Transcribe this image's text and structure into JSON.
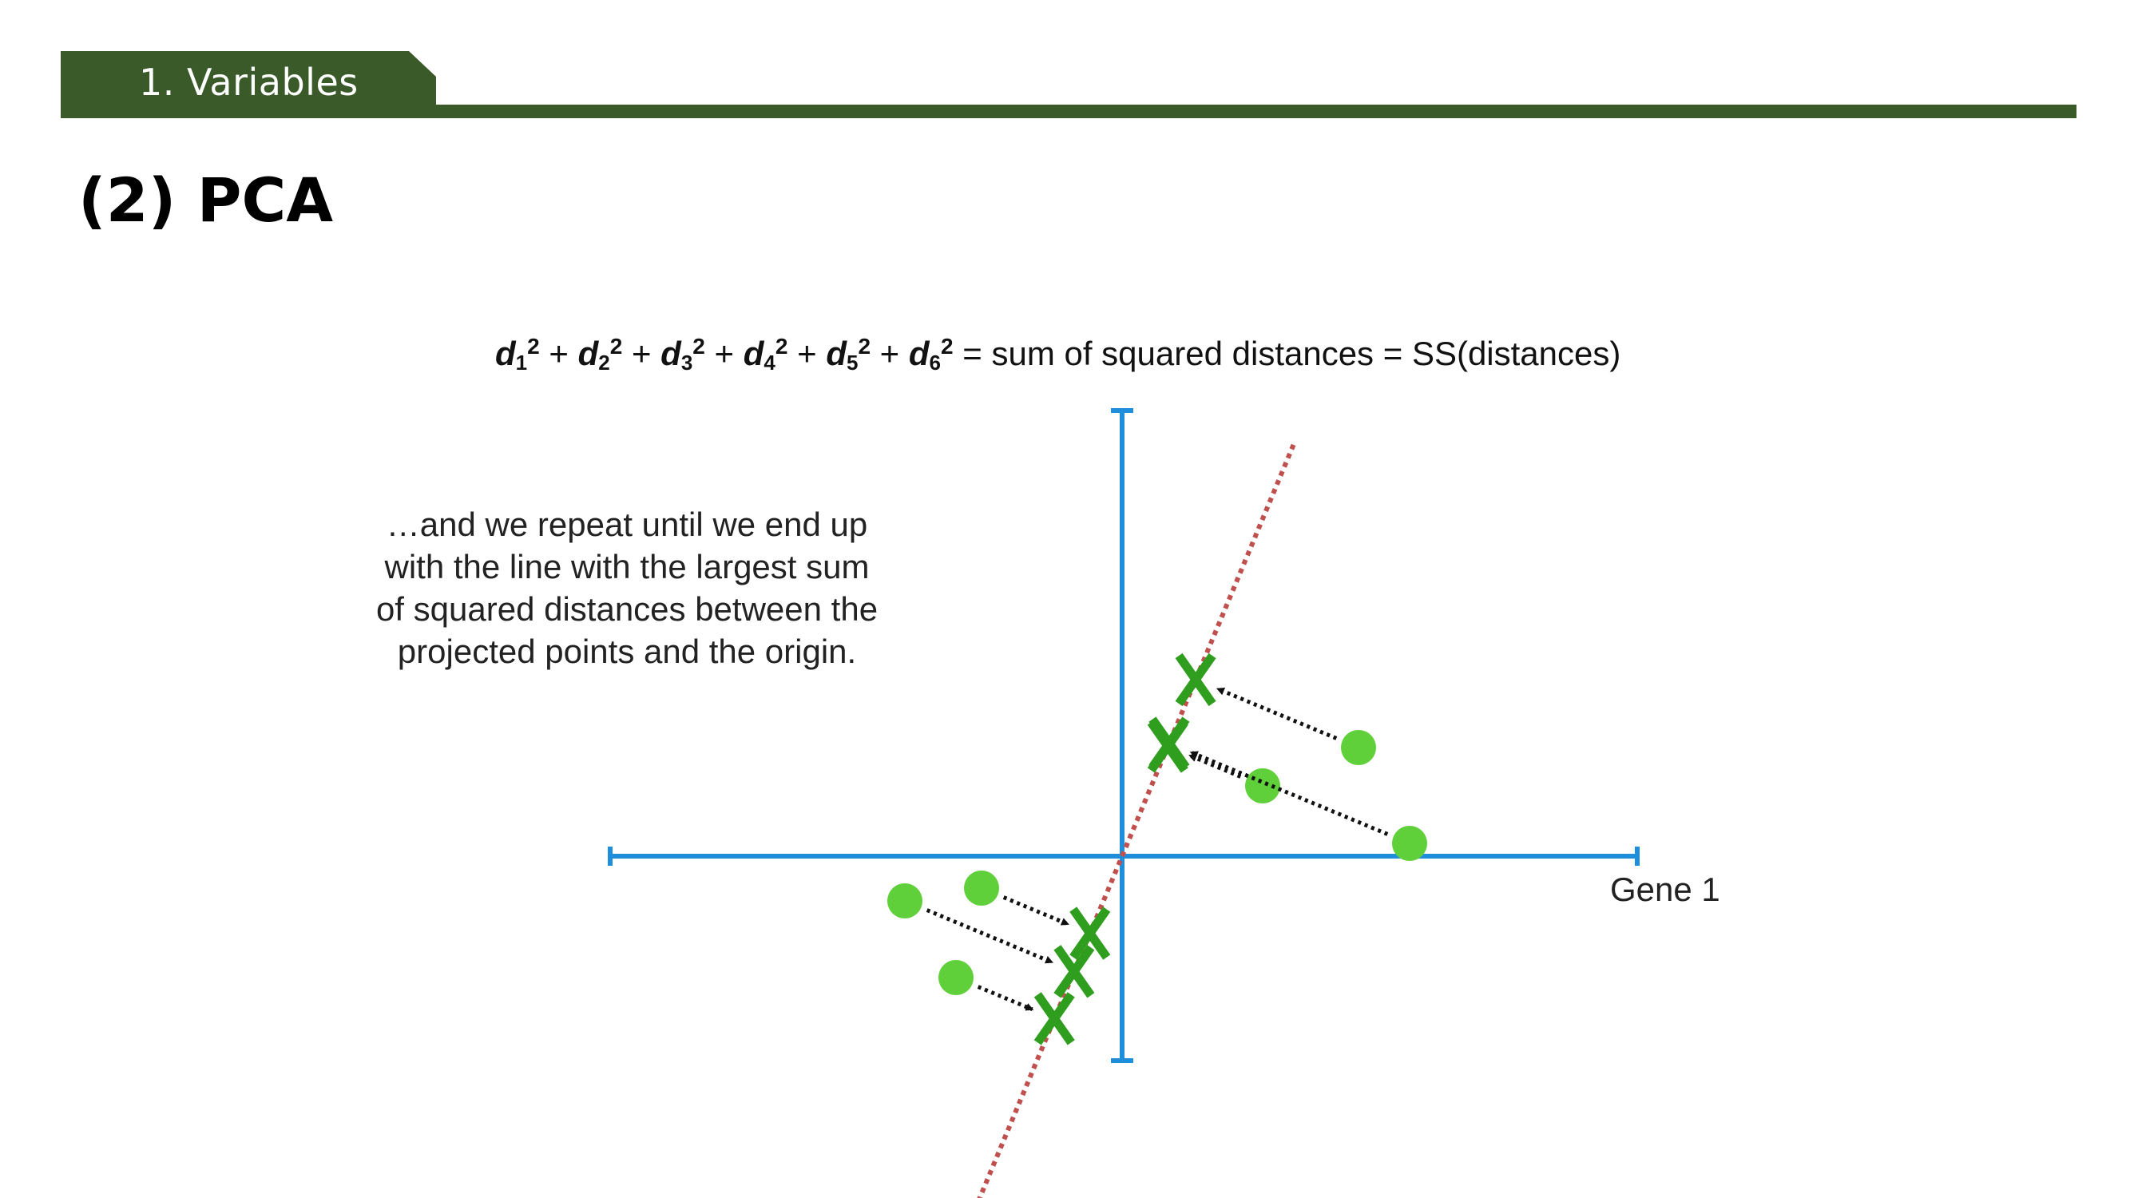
{
  "header": {
    "section_label": "1. Variables",
    "band_color": "#3a5a2a"
  },
  "page": {
    "title": "(2) PCA"
  },
  "formula": {
    "terms": [
      {
        "symbol": "d",
        "sub": "1",
        "sup": "2"
      },
      {
        "symbol": "d",
        "sub": "2",
        "sup": "2"
      },
      {
        "symbol": "d",
        "sub": "3",
        "sup": "2"
      },
      {
        "symbol": "d",
        "sub": "4",
        "sup": "2"
      },
      {
        "symbol": "d",
        "sub": "5",
        "sup": "2"
      },
      {
        "symbol": "d",
        "sub": "6",
        "sup": "2"
      }
    ],
    "plus": "+",
    "equals": "=",
    "description": "sum of squared distances",
    "abbreviation": "SS(distances)"
  },
  "caption": {
    "lines": [
      "…and we repeat until we end up",
      "with the line with the largest sum",
      "of squared distances between the",
      "projected points and the origin."
    ]
  },
  "diagram": {
    "x_axis_label": "Gene 1",
    "colors": {
      "axis": "#1f8fdc",
      "point": "#5fcf3a",
      "projection": "#2f9e1e",
      "fit_line": "#c0504d",
      "arrow": "#111111"
    },
    "fit_line_slope": 2.4,
    "points": [
      {
        "x": 3.7,
        "y": 1.7
      },
      {
        "x": 2.2,
        "y": 1.1
      },
      {
        "x": 4.5,
        "y": 0.2
      },
      {
        "x": -3.4,
        "y": -0.7
      },
      {
        "x": -2.2,
        "y": -0.5
      },
      {
        "x": -2.6,
        "y": -1.9
      }
    ]
  }
}
